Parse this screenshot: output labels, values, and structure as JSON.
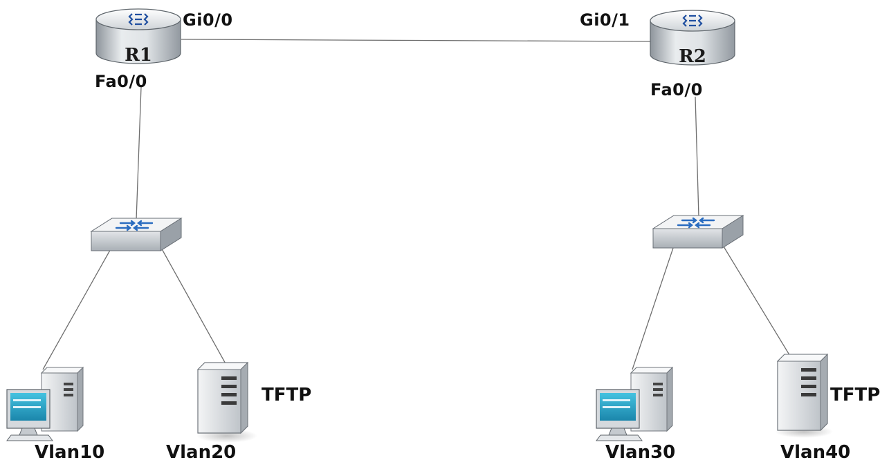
{
  "routers": [
    {
      "id": "r1",
      "name": "R1",
      "icon": "router-icon",
      "ports": {
        "wan": "Gi0/0",
        "lan": "Fa0/0"
      }
    },
    {
      "id": "r2",
      "name": "R2",
      "icon": "router-icon",
      "ports": {
        "wan": "Gi0/1",
        "lan": "Fa0/0"
      }
    }
  ],
  "switches": [
    {
      "id": "sw1",
      "icon": "switch-icon"
    },
    {
      "id": "sw2",
      "icon": "switch-icon"
    }
  ],
  "hosts": [
    {
      "id": "pc1",
      "type": "workstation",
      "icon": "pc-icon",
      "label": "Vlan10",
      "role": ""
    },
    {
      "id": "srv1",
      "type": "server",
      "icon": "server-icon",
      "label": "Vlan20",
      "role": "TFTP"
    },
    {
      "id": "pc2",
      "type": "workstation",
      "icon": "pc-icon",
      "label": "Vlan30",
      "role": ""
    },
    {
      "id": "srv2",
      "type": "server",
      "icon": "server-icon",
      "label": "Vlan40",
      "role": "TFTP"
    }
  ],
  "links": [
    {
      "from": "r1",
      "to": "r2"
    },
    {
      "from": "r1",
      "to": "sw1"
    },
    {
      "from": "r2",
      "to": "sw2"
    },
    {
      "from": "sw1",
      "to": "pc1"
    },
    {
      "from": "sw1",
      "to": "srv1"
    },
    {
      "from": "sw2",
      "to": "pc2"
    },
    {
      "from": "sw2",
      "to": "srv2"
    }
  ],
  "colors": {
    "link": "#6e6e6e",
    "device_body": "#c9ced3",
    "screen": "#2aa6c8",
    "router_badge": "#1f4fa0"
  }
}
